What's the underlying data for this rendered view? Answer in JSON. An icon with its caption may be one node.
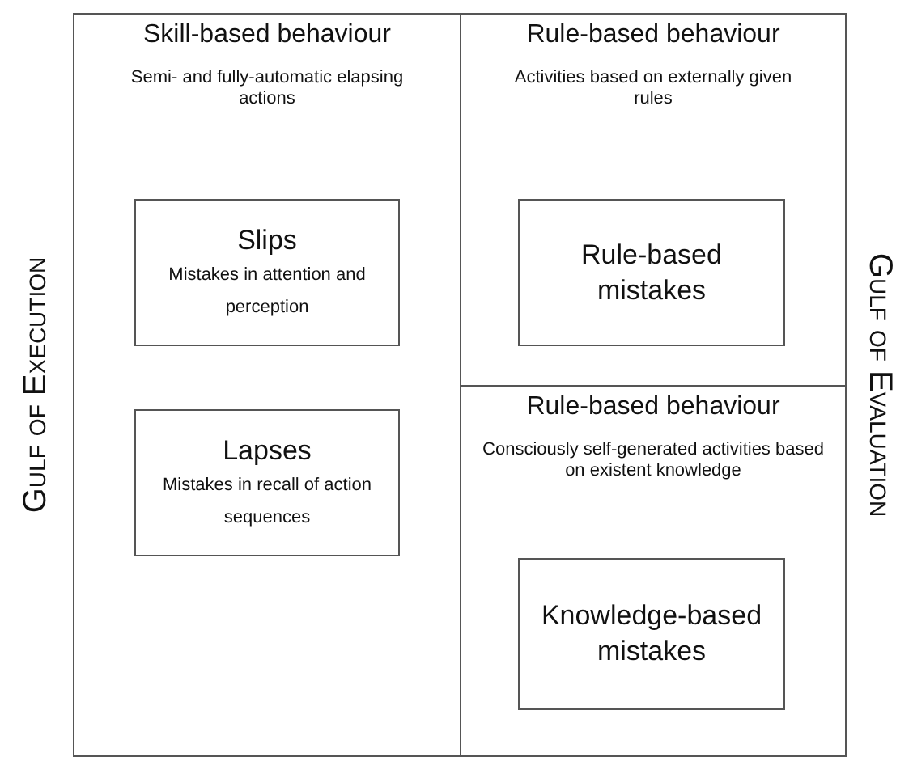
{
  "diagram": {
    "nodes": [
      {
        "text": [
          "Skill-based behaviour",
          "Semi- and fully-automatic elapsing actions"
        ]
      },
      {
        "text": [
          "Slips",
          "Mistakes in attention and perception"
        ],
        "in": 0
      },
      {
        "text": [
          "Lapses",
          "Mistakes in recall of action sequences"
        ],
        "in": 0
      },
      {
        "text": [
          "Rule-based behaviour",
          "Activities based on externally given rules"
        ]
      },
      {
        "text": [
          "Rule-based mistakes"
        ],
        "in": 3
      },
      {
        "text": [
          "Rule-based behaviour",
          "Consciously self-generated activities based on existent knowledge"
        ]
      },
      {
        "text": [
          "Knowledge-based mistakes"
        ],
        "in": 5
      }
    ],
    "labels": [
      "Gulf of Execution",
      "Gulf of Evaluation"
    ]
  }
}
